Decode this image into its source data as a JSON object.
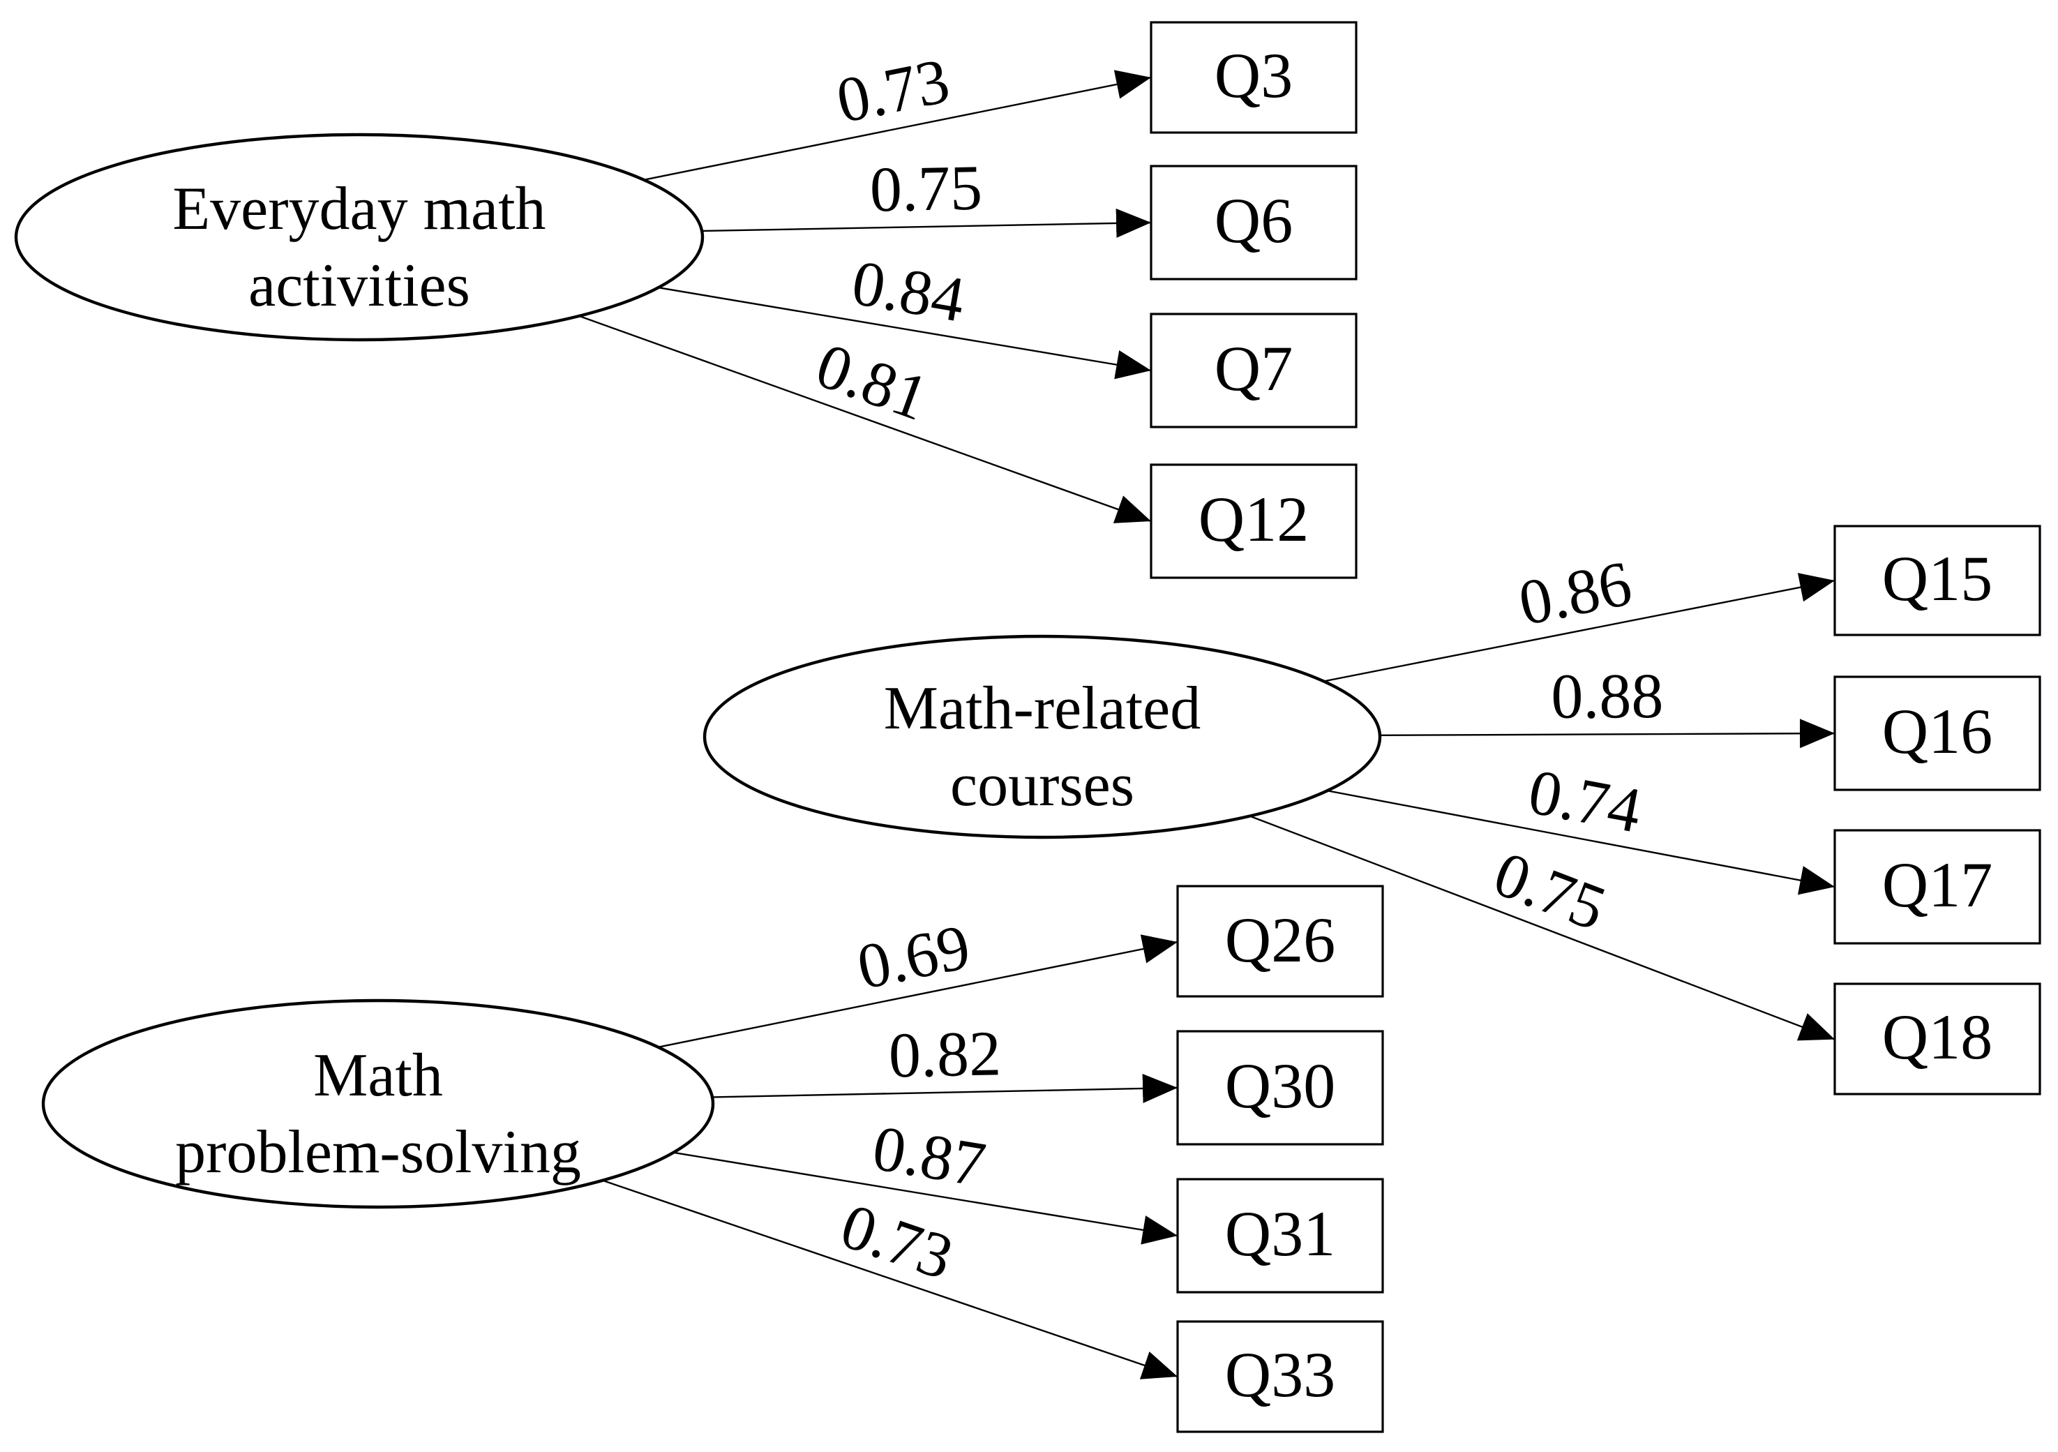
{
  "colors": {
    "ink": "#000000",
    "background": "#ffffff"
  },
  "diagram": {
    "type": "confirmatory-factor-analysis-path-diagram",
    "factors": [
      {
        "label_line1": "Everyday math",
        "label_line2": "activities",
        "indicators": [
          {
            "label": "Q3",
            "loading": "0.73"
          },
          {
            "label": "Q6",
            "loading": "0.75"
          },
          {
            "label": "Q7",
            "loading": "0.84"
          },
          {
            "label": "Q12",
            "loading": "0.81"
          }
        ]
      },
      {
        "label_line1": "Math-related",
        "label_line2": "courses",
        "indicators": [
          {
            "label": "Q15",
            "loading": "0.86"
          },
          {
            "label": "Q16",
            "loading": "0.88"
          },
          {
            "label": "Q17",
            "loading": "0.74"
          },
          {
            "label": "Q18",
            "loading": "0.75"
          }
        ]
      },
      {
        "label_line1": "Math",
        "label_line2": "problem-solving",
        "indicators": [
          {
            "label": "Q26",
            "loading": "0.69"
          },
          {
            "label": "Q30",
            "loading": "0.82"
          },
          {
            "label": "Q31",
            "loading": "0.87"
          },
          {
            "label": "Q33",
            "loading": "0.73"
          }
        ]
      }
    ]
  }
}
